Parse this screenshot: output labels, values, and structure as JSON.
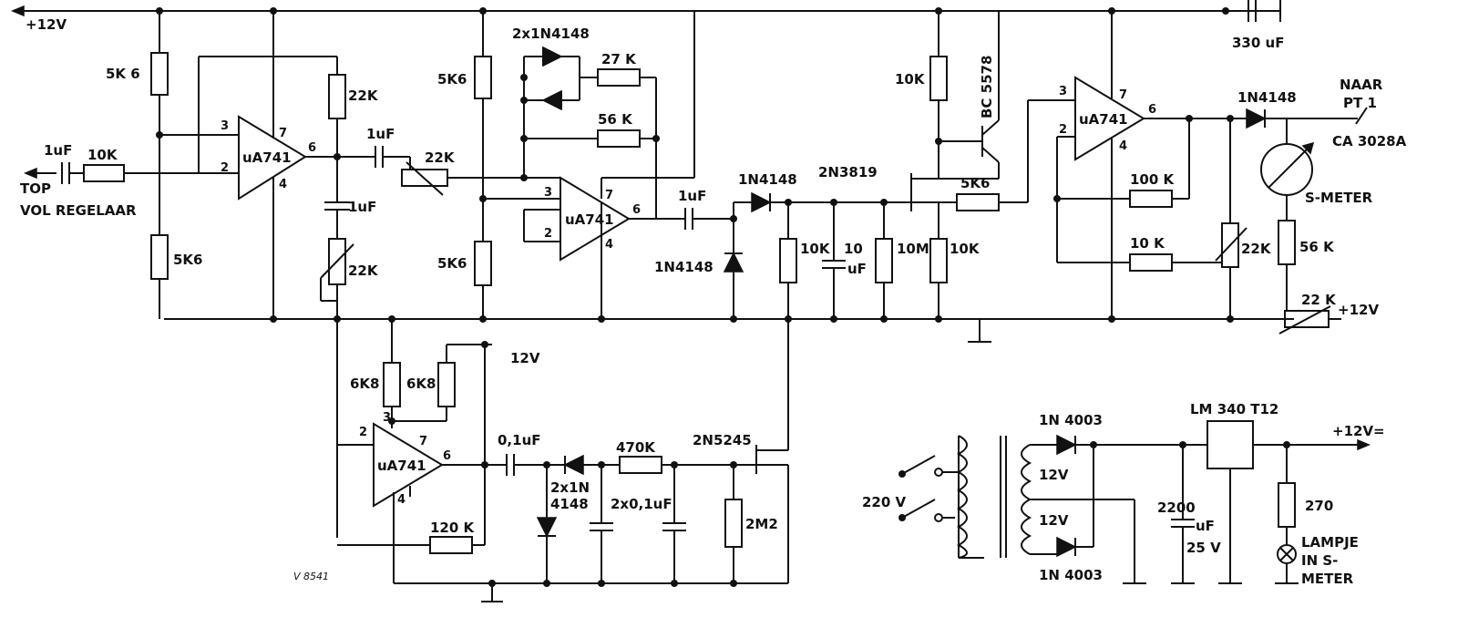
{
  "rails": {
    "top_supply": "+12V",
    "bias_supply": "12V",
    "right_supply": "+12V",
    "psu_output": "+12V="
  },
  "stage1": {
    "opamp": "uA741",
    "pin_plus": "3",
    "pin_minus": "2",
    "pin_out": "6",
    "pin_vcc": "7",
    "pin_vee": "4",
    "input_cap": "1uF",
    "input_res": "10K",
    "input_label_1": "TOP",
    "input_label_2": "VOL REGELAAR",
    "bias_top": "5K 6",
    "bias_bottom": "5K6",
    "feedback": "22K",
    "coupling_cap": "1uF",
    "gain_cap": "1uF",
    "gain_pot": "22K",
    "level_pot": "22K"
  },
  "stage2": {
    "opamp": "uA741",
    "pin_plus": "3",
    "pin_minus": "2",
    "pin_out": "6",
    "pin_vcc": "7",
    "pin_vee": "4",
    "bias_top": "5K6",
    "bias_bottom": "5K6",
    "diodes": "2x1N4148",
    "res_diode": "27 K",
    "res_fb": "56 K",
    "out_cap": "1uF"
  },
  "detector": {
    "series_diode": "1N4148",
    "shunt_diode": "1N4148",
    "res_load": "10K",
    "cap_value": "10",
    "cap_unit": "uF",
    "res_10m": "10M",
    "fet": "2N3819",
    "res_source": "10K",
    "res_drain": "10K",
    "res_fet": "5K6"
  },
  "stage3": {
    "opamp": "uA741",
    "pin_plus": "3",
    "pin_minus": "2",
    "pin_out": "6",
    "pin_vcc": "7",
    "pin_vee": "4",
    "transistor": "BC 5578",
    "fb_res": "100 K",
    "res_10k": "10 K",
    "pot": "22K",
    "supply_cap": "330 uF",
    "out_diode": "1N4148",
    "to_label_1": "NAAR",
    "to_label_2": "PT 1",
    "to_label_3": "CA 3028A",
    "meter": "S-METER",
    "meter_res": "56 K",
    "meter_pot": "22 K"
  },
  "stage4": {
    "opamp": "uA741",
    "pin_plus": "3",
    "pin_minus": "2",
    "pin_out": "6",
    "pin_vcc": "7",
    "pin_vee": "4",
    "bias_res_1": "6K8",
    "bias_res_2": "6K8",
    "fb_res": "120 K",
    "out_cap": "0,1uF",
    "diodes_1": "2x1N",
    "diodes_2": "4148",
    "res_470k": "470K",
    "caps": "2x0,1uF",
    "fet": "2N5245",
    "res_2m2": "2M2",
    "drawing_ref": "V 8541"
  },
  "psu": {
    "mains": "220 V",
    "diode_top": "1N 4003",
    "diode_bottom": "1N 4003",
    "winding_top": "12V",
    "winding_bottom": "12V",
    "reg": "LM 340 T12",
    "cap_value": "2200",
    "cap_unit": "uF",
    "cap_voltage": "25 V",
    "lamp_res": "270",
    "lamp_1": "LAMPJE",
    "lamp_2": "IN  S-",
    "lamp_3": "METER"
  }
}
